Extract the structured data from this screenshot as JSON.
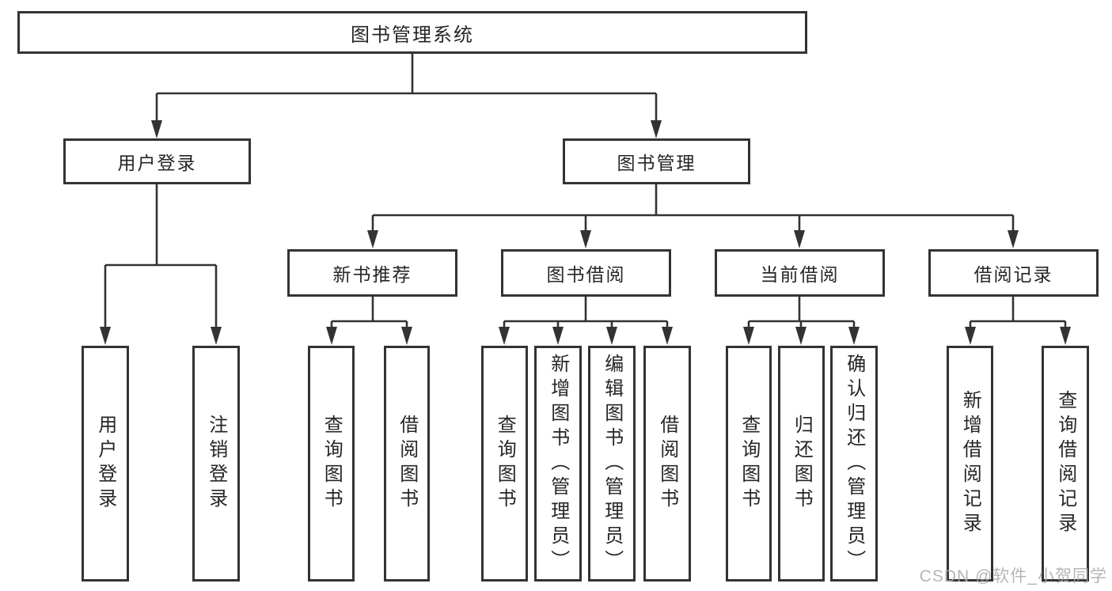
{
  "tree": {
    "label": "图书管理系统",
    "children": [
      {
        "label": "用户登录",
        "children": [
          {
            "label": "用户登录"
          },
          {
            "label": "注销登录"
          }
        ]
      },
      {
        "label": "图书管理",
        "children": [
          {
            "label": "新书推荐",
            "children": [
              {
                "label": "查询图书"
              },
              {
                "label": "借阅图书"
              }
            ]
          },
          {
            "label": "图书借阅",
            "children": [
              {
                "label": "查询图书"
              },
              {
                "label": "新增图书（管理员）"
              },
              {
                "label": "编辑图书（管理员）"
              },
              {
                "label": "借阅图书"
              }
            ]
          },
          {
            "label": "当前借阅",
            "children": [
              {
                "label": "查询图书"
              },
              {
                "label": "归还图书"
              },
              {
                "label": "确认归还（管理员）"
              }
            ]
          },
          {
            "label": "借阅记录",
            "children": [
              {
                "label": "新增借阅记录"
              },
              {
                "label": "查询借阅记录"
              }
            ]
          }
        ]
      }
    ]
  },
  "watermark": {
    "text": "CSDN @软件_小贺同学"
  },
  "colors": {
    "line": "#333333",
    "text": "#262626",
    "watermark": "#a9a9a9",
    "background": "#ffffff"
  }
}
